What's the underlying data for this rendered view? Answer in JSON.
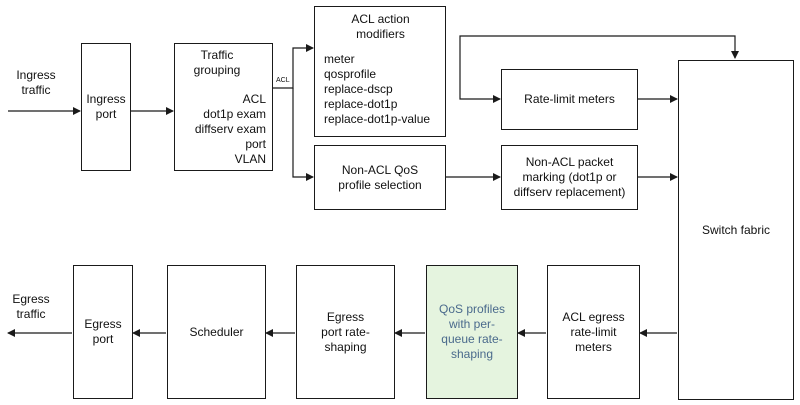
{
  "nodes": {
    "ingress_traffic": "Ingress traffic",
    "ingress_port": "Ingress port",
    "traffic_grouping": {
      "title": "Traffic grouping",
      "items": [
        "ACL",
        "dot1p exam",
        "diffserv exam",
        "port",
        "VLAN"
      ]
    },
    "acl_line_label": "ACL",
    "acl_action_modifiers": {
      "title": "ACL action modifiers",
      "items": [
        "meter",
        "qosprofile",
        "replace-dscp",
        "replace-dot1p",
        "replace-dot1p-value"
      ]
    },
    "rate_limit_meters": "Rate-limit meters",
    "non_acl_qos": "Non-ACL QoS profile selection",
    "non_acl_marking": "Non-ACL packet marking (dot1p or diffserv replacement)",
    "switch_fabric": "Switch fabric",
    "acl_egress": "ACL egress rate-limit meters",
    "qos_profiles": "QoS profiles with per-queue rate-shaping",
    "egress_port_shaping": "Egress port rate-shaping",
    "scheduler": "Scheduler",
    "egress_port": "Egress port",
    "egress_traffic": "Egress traffic"
  },
  "colors": {
    "highlight_fill": "#e5f4df",
    "highlight_text": "#4a6a8c",
    "stroke": "#1a1a1a"
  }
}
